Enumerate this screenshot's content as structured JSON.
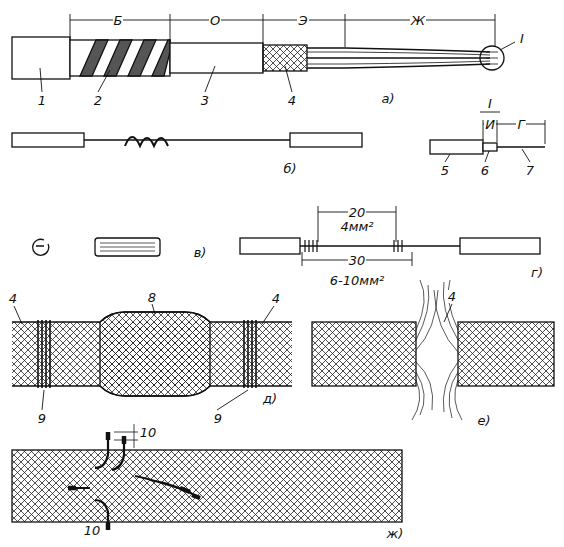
{
  "diagram": {
    "labels": [
      "Б",
      "О",
      "Э",
      "Ж",
      "I",
      "1",
      "2",
      "3",
      "4",
      "а)",
      "б)",
      "I",
      "И",
      "Г",
      "5",
      "6",
      "7",
      "в)",
      "20",
      "4мм²",
      "30",
      "6-10мм²",
      "г)",
      "4",
      "8",
      "4",
      "9",
      "9",
      "д)",
      "4",
      "е)",
      "10",
      "10",
      "ж)"
    ]
  }
}
